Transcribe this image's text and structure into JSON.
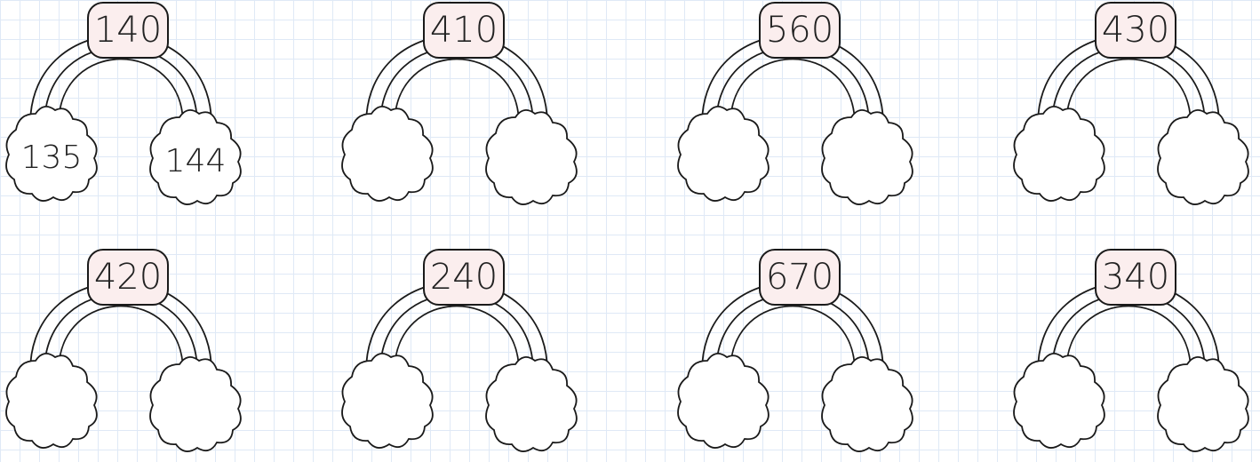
{
  "colors": {
    "box_fill": "#fbeeee",
    "stroke": "#1a1a1a",
    "grid": "#dfe9f6"
  },
  "rainbows": [
    {
      "top": "140",
      "left": "135",
      "right": "144"
    },
    {
      "top": "410",
      "left": "",
      "right": ""
    },
    {
      "top": "560",
      "left": "",
      "right": ""
    },
    {
      "top": "430",
      "left": "",
      "right": ""
    },
    {
      "top": "420",
      "left": "",
      "right": ""
    },
    {
      "top": "240",
      "left": "",
      "right": ""
    },
    {
      "top": "670",
      "left": "",
      "right": ""
    },
    {
      "top": "340",
      "left": "",
      "right": ""
    }
  ]
}
